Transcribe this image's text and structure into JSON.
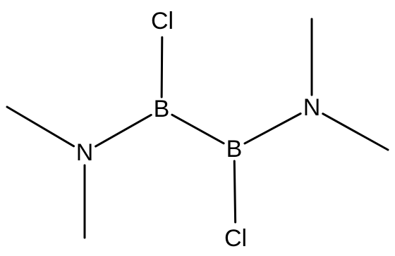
{
  "molecule": {
    "atoms": [
      {
        "id": "Cl1",
        "label": "Cl"
      },
      {
        "id": "B1",
        "label": "B"
      },
      {
        "id": "B2",
        "label": "B"
      },
      {
        "id": "Cl2",
        "label": "Cl"
      },
      {
        "id": "N1",
        "label": "N"
      },
      {
        "id": "N2",
        "label": "N"
      },
      {
        "id": "C1",
        "label": ""
      },
      {
        "id": "C2",
        "label": ""
      },
      {
        "id": "C3",
        "label": ""
      },
      {
        "id": "C4",
        "label": ""
      }
    ],
    "bonds": [
      {
        "from": "Cl1",
        "to": "B1",
        "order": 1
      },
      {
        "from": "B1",
        "to": "B2",
        "order": 1
      },
      {
        "from": "B1",
        "to": "N1",
        "order": 1
      },
      {
        "from": "B2",
        "to": "Cl2",
        "order": 1
      },
      {
        "from": "B2",
        "to": "N2",
        "order": 1
      },
      {
        "from": "N1",
        "to": "C1",
        "order": 1
      },
      {
        "from": "N1",
        "to": "C2",
        "order": 1
      },
      {
        "from": "N2",
        "to": "C3",
        "order": 1
      },
      {
        "from": "N2",
        "to": "C4",
        "order": 1
      }
    ]
  }
}
